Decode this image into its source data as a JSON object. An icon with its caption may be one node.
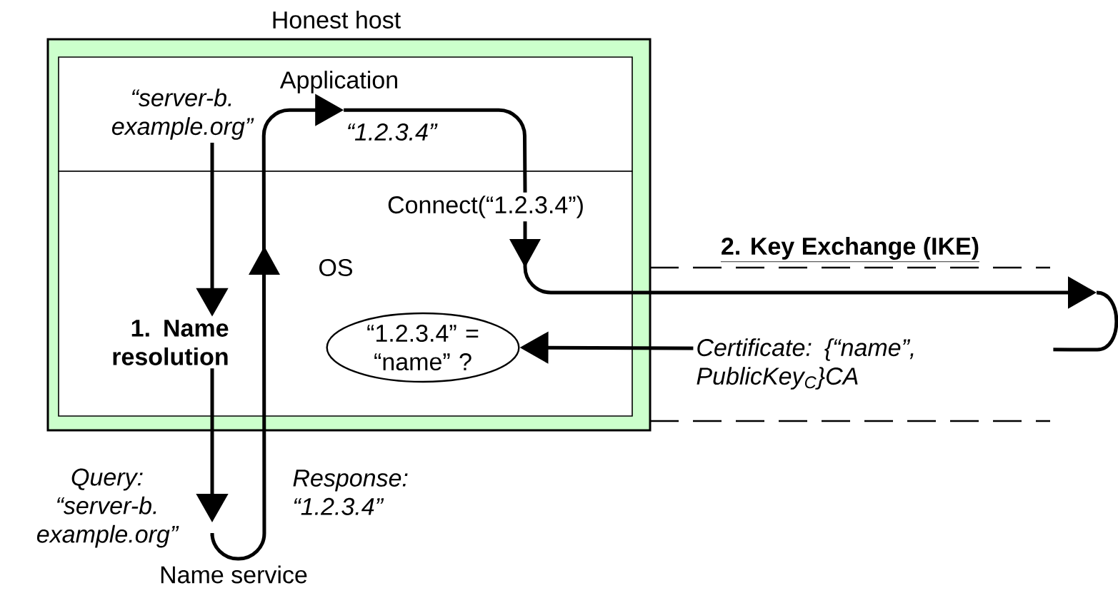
{
  "diagram": {
    "title": "Honest host",
    "nodes": [
      {
        "text": [],
        "shape": "box"
      },
      {
        "text": [
          "Application"
        ],
        "in": 0
      },
      {
        "text": [
          "OS"
        ],
        "in": 0
      },
      {
        "text": [
          "“1.2.3.4” = “name” ?"
        ],
        "in": 2
      },
      {
        "text": [
          "1. Name resolution"
        ],
        "in": 2
      },
      {
        "text": [
          "Name service"
        ]
      },
      {
        "text": [
          "Connect(“1.2.3.4”)"
        ],
        "in": 2
      }
    ],
    "edges": [
      {
        "from": 1,
        "to": 4,
        "arrow": "to",
        "label": "“server-b. example.org”"
      },
      {
        "from": 4,
        "to": 5,
        "arrow": "to",
        "label": "Query: “server-b. example.org”"
      },
      {
        "from": 5,
        "to": 1,
        "arrow": "to",
        "label": "Response: “1.2.3.4”"
      },
      {
        "from": 1,
        "to": 6,
        "arrow": "none",
        "label": "“1.2.3.4”"
      },
      {
        "from": 6,
        "to": null,
        "arrow": "to"
      },
      {
        "from": null,
        "to": 3,
        "arrow": "to",
        "label": "Certificate: {“name”, PublicKey$_{C}$}CA"
      }
    ],
    "labels": [
      "2. Key Exchange (IKE)"
    ]
  }
}
